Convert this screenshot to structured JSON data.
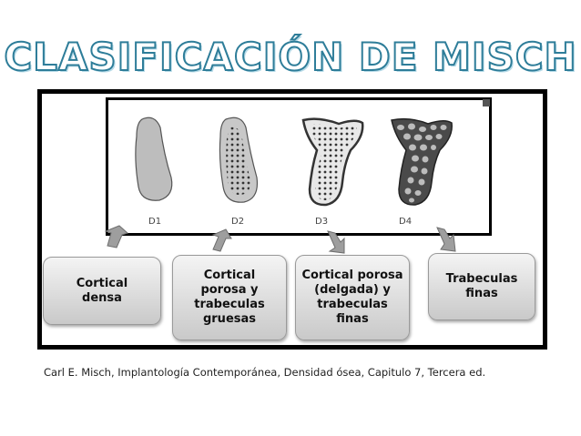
{
  "title": "CLASIFICACIÓN DE MISCH",
  "diagram": {
    "labels": [
      "D1",
      "D2",
      "D3",
      "D4"
    ],
    "boxes": [
      "Cortical\ndensa",
      "Cortical\nporosa y\ntrabeculas\ngruesas",
      "Cortical porosa\n(delgada) y\ntrabeculas\nfinas",
      "Trabeculas\nfinas"
    ]
  },
  "citation": "Carl E. Misch, Implantología Contemporánea, Densidad ósea, Capitulo 7, Tercera ed."
}
